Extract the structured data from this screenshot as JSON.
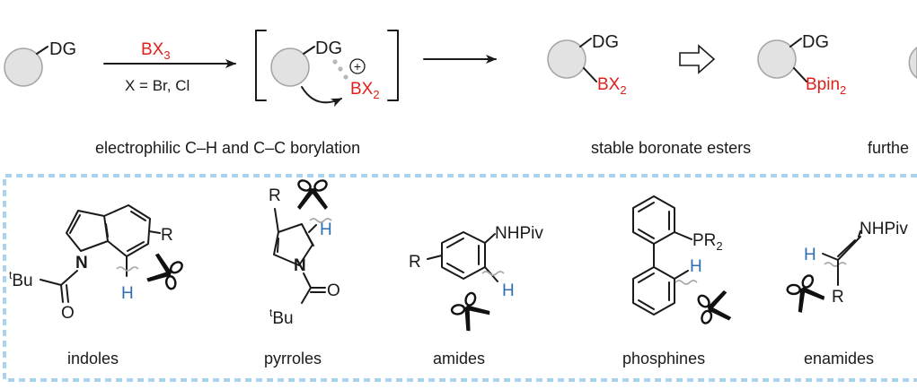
{
  "top": {
    "dg": "DG",
    "reagent": "BX",
    "reagent_sub": "3",
    "conditions": "X = Br, Cl",
    "plus": "+",
    "bx2": "BX",
    "bx2_sub": "2",
    "product_bx2": "BX",
    "product_bx2_sub": "2",
    "bpin": "Bpin",
    "bpin_sub": "2",
    "caption_left": "electrophilic C–H and C–C borylation",
    "caption_mid": "stable boronate esters",
    "caption_right": "furthe"
  },
  "substrates": [
    {
      "name": "indoles",
      "labels": {
        "R": "R",
        "N": "N",
        "tBu_sup": "t",
        "tBu": "Bu",
        "O": "O",
        "H": "H"
      }
    },
    {
      "name": "pyrroles",
      "labels": {
        "R": "R",
        "H": "H",
        "N": "N",
        "O": "O",
        "tBu_sup": "t",
        "tBu": "Bu"
      }
    },
    {
      "name": "amides",
      "labels": {
        "R": "R",
        "NHPiv": "NHPiv",
        "H": "H"
      }
    },
    {
      "name": "phosphines",
      "labels": {
        "PR": "PR",
        "PR_sub": "2",
        "H": "H"
      }
    },
    {
      "name": "enamides",
      "labels": {
        "NHPiv": "NHPiv",
        "H": "H",
        "R": "R"
      }
    }
  ],
  "colors": {
    "accent_red": "#e0201b",
    "accent_blue": "#2f6db5",
    "border_blue": "#a9d3ee",
    "ball_gray": "#e2e2e2"
  },
  "icons": [
    "scissors-icon",
    "reaction-arrow",
    "open-arrow-icon",
    "curved-arrow"
  ]
}
